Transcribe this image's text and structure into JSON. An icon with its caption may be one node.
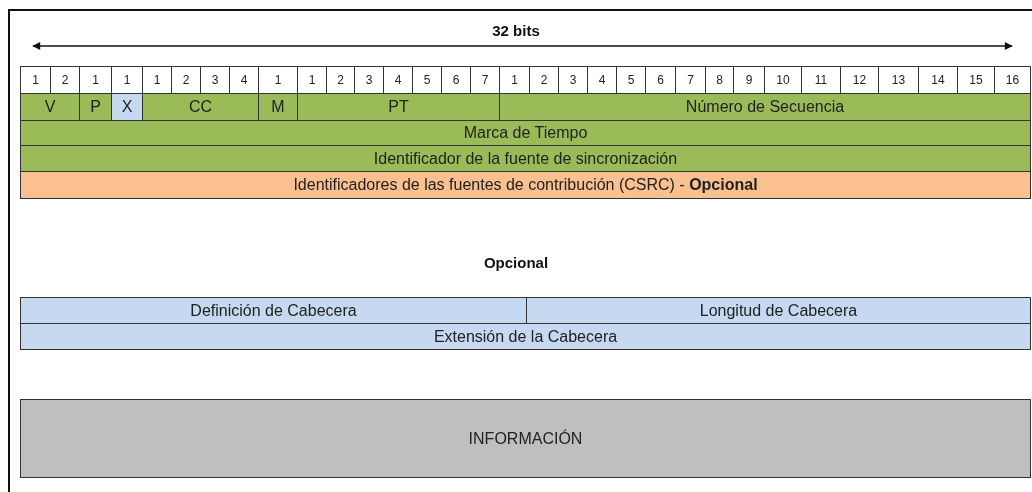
{
  "diagram": {
    "nodes": [
      {
        "text": [
          "V"
        ]
      },
      {
        "text": [
          "P"
        ]
      },
      {
        "text": [
          "X"
        ]
      },
      {
        "text": [
          "CC"
        ]
      },
      {
        "text": [
          "M"
        ]
      },
      {
        "text": [
          "PT"
        ]
      },
      {
        "text": [
          "Número de Secuencia"
        ]
      },
      {
        "text": [
          "Marca de Tiempo"
        ]
      },
      {
        "text": [
          "Identificador de la fuente de sincronización"
        ]
      },
      {
        "text": [
          "Identificadores de las fuentes de contribución (CSRC) - **Opcional**"
        ]
      },
      {
        "text": [
          "Definición de Cabecera"
        ]
      },
      {
        "text": [
          "Longitud de Cabecera"
        ]
      },
      {
        "text": [
          "Extensión de la Cabecera"
        ]
      },
      {
        "text": [
          "INFORMACIÓN"
        ]
      }
    ],
    "labels": [
      "32 bits",
      "1",
      "2",
      "1",
      "1",
      "1",
      "2",
      "3",
      "4",
      "1",
      "1",
      "2",
      "3",
      "4",
      "5",
      "6",
      "7",
      "1",
      "2",
      "3",
      "4",
      "5",
      "6",
      "7",
      "8",
      "9",
      "10",
      "11",
      "12",
      "13",
      "14",
      "15",
      "16",
      "Opcional"
    ]
  }
}
